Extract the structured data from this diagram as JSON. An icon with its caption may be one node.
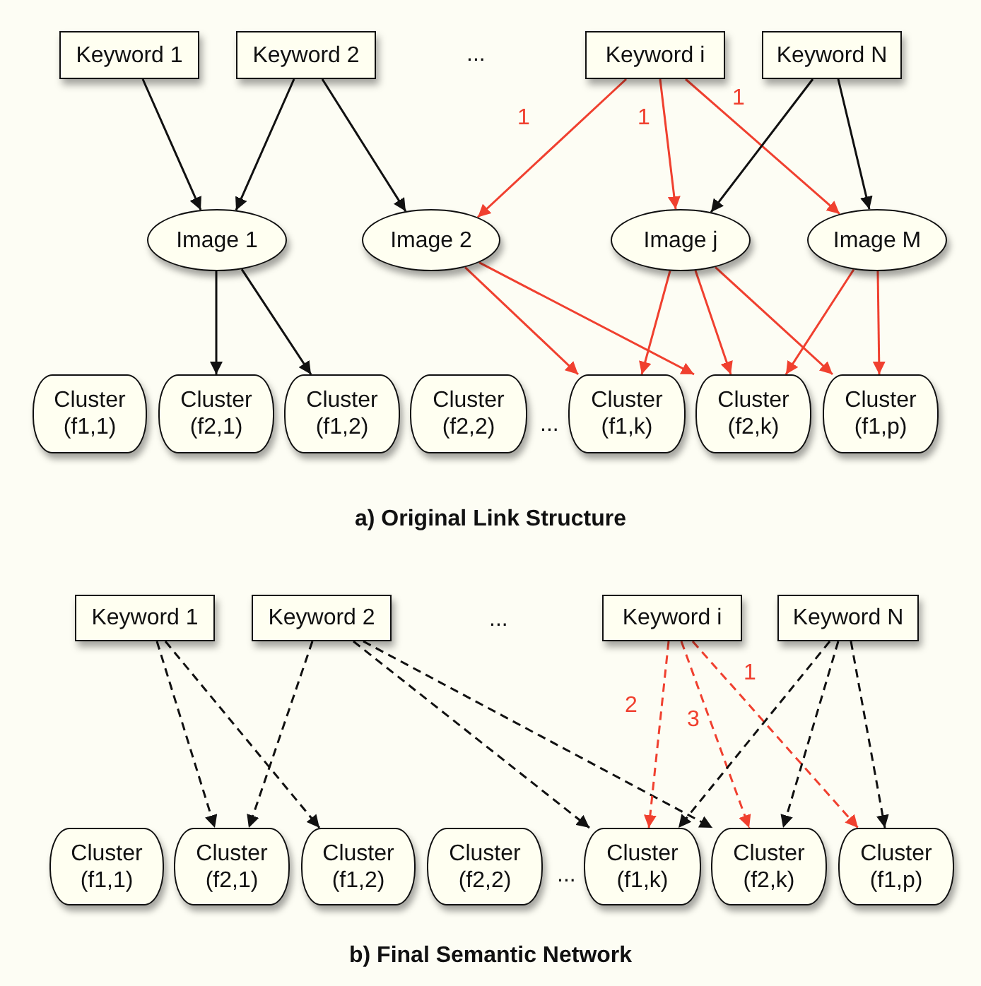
{
  "diagram": {
    "nodes": [
      {
        "text": [
          "Keyword 1"
        ]
      },
      {
        "text": [
          "Keyword 2"
        ]
      },
      {
        "text": [
          "Keyword i"
        ]
      },
      {
        "text": [
          "Keyword N"
        ]
      },
      {
        "text": [
          "Image 1"
        ]
      },
      {
        "text": [
          "Image 2"
        ]
      },
      {
        "text": [
          "Image j"
        ]
      },
      {
        "text": [
          "Image M"
        ]
      },
      {
        "text": [
          "Cluster (f1,1)"
        ]
      },
      {
        "text": [
          "Cluster (f2,1)"
        ]
      },
      {
        "text": [
          "Cluster (f1,2)"
        ]
      },
      {
        "text": [
          "Cluster (f2,2)"
        ]
      },
      {
        "text": [
          "Cluster (f1,k)"
        ]
      },
      {
        "text": [
          "Cluster (f2,k)"
        ]
      },
      {
        "text": [
          "Cluster (f1,p)"
        ]
      },
      {
        "text": [
          "Keyword 1"
        ]
      },
      {
        "text": [
          "Keyword 2"
        ]
      },
      {
        "text": [
          "Keyword i"
        ]
      },
      {
        "text": [
          "Keyword N"
        ]
      },
      {
        "text": [
          "Cluster (f1,1)"
        ]
      },
      {
        "text": [
          "Cluster (f2,1)"
        ]
      },
      {
        "text": [
          "Cluster (f1,2)"
        ]
      },
      {
        "text": [
          "Cluster (f2,2)"
        ]
      },
      {
        "text": [
          "Cluster (f1,k)"
        ]
      },
      {
        "text": [
          "Cluster (f2,k)"
        ]
      },
      {
        "text": [
          "Cluster (f1,p)"
        ]
      }
    ],
    "edges": [
      {
        "from": 0,
        "to": 4,
        "arrow": "to"
      },
      {
        "from": 1,
        "to": 4,
        "arrow": "to"
      },
      {
        "from": 1,
        "to": 5,
        "arrow": "to"
      },
      {
        "from": 2,
        "to": 5,
        "arrow": "to",
        "label": "1",
        "color": "#f0402f"
      },
      {
        "from": 2,
        "to": 6,
        "arrow": "to",
        "label": "1",
        "color": "#f0402f"
      },
      {
        "from": 2,
        "to": 7,
        "arrow": "to",
        "label": "1",
        "color": "#f0402f"
      },
      {
        "from": 3,
        "to": 6,
        "arrow": "to"
      },
      {
        "from": 3,
        "to": 7,
        "arrow": "to"
      },
      {
        "from": 4,
        "to": 9,
        "arrow": "to"
      },
      {
        "from": 4,
        "to": 10,
        "arrow": "to"
      },
      {
        "from": 5,
        "to": 12,
        "arrow": "to",
        "color": "#f0402f"
      },
      {
        "from": 5,
        "to": 13,
        "arrow": "to",
        "color": "#f0402f"
      },
      {
        "from": 6,
        "to": 12,
        "arrow": "to",
        "color": "#f0402f"
      },
      {
        "from": 6,
        "to": 13,
        "arrow": "to",
        "color": "#f0402f"
      },
      {
        "from": 6,
        "to": 14,
        "arrow": "to",
        "color": "#f0402f"
      },
      {
        "from": 7,
        "to": 13,
        "arrow": "to",
        "color": "#f0402f"
      },
      {
        "from": 7,
        "to": 14,
        "arrow": "to",
        "color": "#f0402f"
      },
      {
        "from": 15,
        "to": 20,
        "arrow": "to",
        "style": "dashed"
      },
      {
        "from": 15,
        "to": 21,
        "arrow": "to",
        "style": "dashed"
      },
      {
        "from": 16,
        "to": 20,
        "arrow": "to",
        "style": "dashed"
      },
      {
        "from": 16,
        "to": 23,
        "arrow": "to",
        "style": "dashed"
      },
      {
        "from": 16,
        "to": 24,
        "arrow": "to",
        "style": "dashed"
      },
      {
        "from": 17,
        "to": 23,
        "arrow": "to",
        "style": "dashed",
        "label": "2",
        "color": "#f0402f"
      },
      {
        "from": 17,
        "to": 24,
        "arrow": "to",
        "style": "dashed",
        "label": "3",
        "color": "#f0402f"
      },
      {
        "from": 17,
        "to": 25,
        "arrow": "to",
        "style": "dashed",
        "label": "1",
        "color": "#f0402f"
      },
      {
        "from": 18,
        "to": 23,
        "arrow": "to",
        "style": "dashed"
      },
      {
        "from": 18,
        "to": 24,
        "arrow": "to",
        "style": "dashed"
      },
      {
        "from": 18,
        "to": 25,
        "arrow": "to",
        "style": "dashed"
      }
    ],
    "labels": [
      "...",
      "...",
      "a) Original Link Structure",
      "...",
      "...",
      "b) Final Semantic Network"
    ]
  }
}
